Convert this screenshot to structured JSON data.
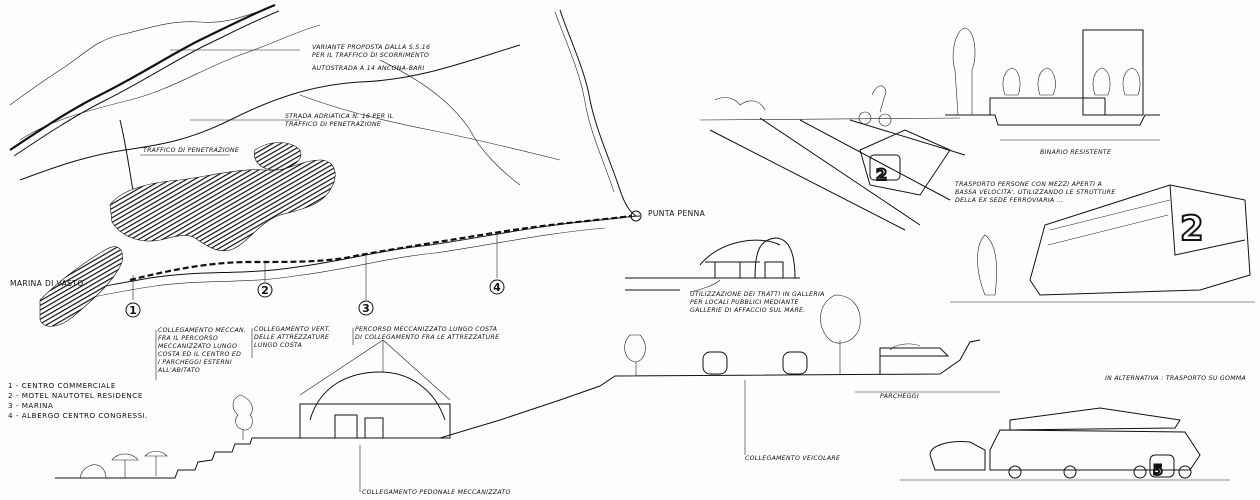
{
  "map_labels": {
    "variante": [
      "VARIANTE PROPOSTA DALLA S.S.16",
      "PER IL TRAFFICO DI SCORRIMENTO"
    ],
    "autostrada": "AUTOSTRADA A 14 ANCONA-BARI",
    "strada": [
      "STRADA ADRIATICA N. 16 PER IL",
      "TRAFFICO DI PENETRAZIONE"
    ],
    "traffico": "TRAFFICO DI PENETRAZIONE",
    "punta_penna": "PUNTA PENNA",
    "marina_vasto": "MARINA DI VASTO"
  },
  "markers": [
    "1",
    "2",
    "3",
    "4"
  ],
  "notes": {
    "n1": [
      "COLLEGAMENTO MECCAN.",
      "FRA IL PERCORSO",
      "MECCANIZZATO LUNGO",
      "COSTA ED IL CENTRO ED",
      "I PARCHEGGI ESTERNI",
      "ALL'ABITATO"
    ],
    "n2": [
      "COLLEGAMENTO VERT.",
      "DELLE ATTREZZATURE",
      "LUNGO COSTA"
    ],
    "n3": [
      "PERCORSO MECCANIZZATO LUNGO COSTA",
      "DI COLLEGAMENTO FRA LE ATTREZZATURE"
    ]
  },
  "legend": [
    "1 - CENTRO COMMERCIALE",
    "2 - MOTEL NAUTOTEL RESIDENCE",
    "3 - MARINA",
    "4 - ALBERGO CENTRO CONGRESSI."
  ],
  "section_labels": {
    "gallery": [
      "UTILIZZAZIONE DEI TRATTI IN GALLERIA",
      "PER LOCALI PUBBLICI MEDIANTE",
      "GALLERIE DI AFFACCIO SUL MARE."
    ],
    "parcheggi": "PARCHEGGI",
    "collegamento_veicolare": "COLLEGAMENTO VEICOLARE",
    "collegamento_pedonale": "COLLEGAMENTO PEDONALE MECCANIZZATO"
  },
  "vehicle_labels": {
    "binario": "BINARIO RESISTENTE",
    "trasporto": [
      "TRASPORTO PERSONE CON MEZZI APERTI A",
      "BASSA VELOCITA', UTILIZZANDO LE STRUTTURE",
      "DELLA EX SEDE FERROVIARIA ..."
    ],
    "alternativa": "IN ALTERNATIVA : TRASPORTO SU GOMMA",
    "car_numbers": [
      "2",
      "2",
      "5"
    ]
  },
  "colors": {
    "ink": "#111111",
    "paper": "#fdfdfb"
  }
}
